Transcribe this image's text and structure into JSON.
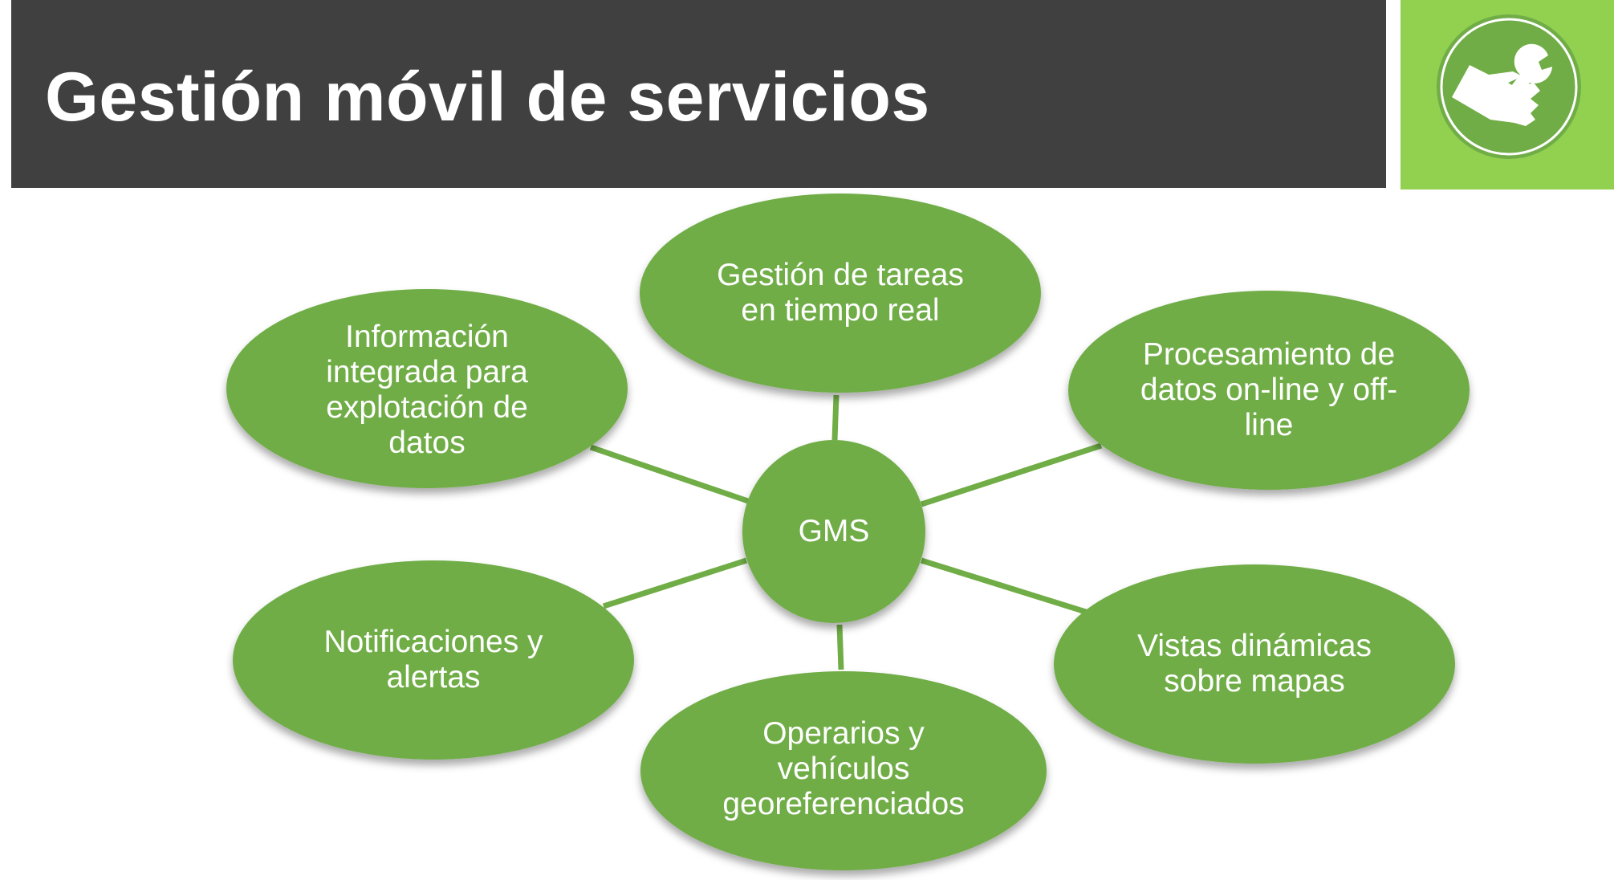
{
  "slide": {
    "title": "Gestión móvil de servicios",
    "logo_icon": "hand-wrench-icon",
    "colors": {
      "title_bar": "#404040",
      "logo_tile": "#92d050",
      "node_fill": "#70ad47",
      "connector": "#70ad47",
      "text": "#ffffff"
    }
  },
  "diagram": {
    "hub": {
      "label": "GMS"
    },
    "nodes": [
      {
        "id": "tareas",
        "label": "Gestión de tareas\nen tiempo real"
      },
      {
        "id": "procesamiento",
        "label": "Procesamiento de\ndatos on-line y off-\nline"
      },
      {
        "id": "vistas",
        "label": "Vistas dinámicas\nsobre mapas"
      },
      {
        "id": "operarios",
        "label": "Operarios y\nvehículos\ngeoreferenciados"
      },
      {
        "id": "notificaciones",
        "label": "Notificaciones y\nalertas"
      },
      {
        "id": "informacion",
        "label": "Información\nintegrada para\nexplotación de\ndatos"
      }
    ]
  }
}
